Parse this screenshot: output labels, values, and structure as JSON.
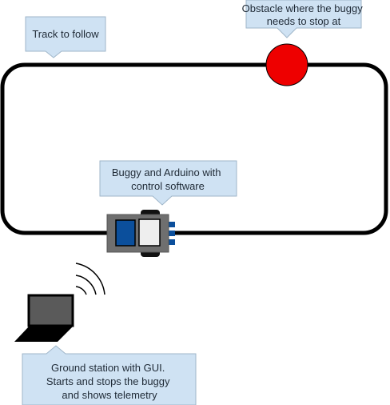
{
  "callouts": {
    "track": {
      "lines": [
        "Track to follow"
      ]
    },
    "obstacle": {
      "lines": [
        "Obstacle where the buggy",
        "needs to stop at"
      ]
    },
    "buggy": {
      "lines": [
        "Buggy and Arduino with",
        "control software"
      ]
    },
    "ground_station": {
      "lines": [
        "Ground station with GUI.",
        "Starts and stops the buggy",
        "and shows telemetry"
      ]
    }
  },
  "colors": {
    "track": "#000000",
    "obstacle": "#ee0000",
    "callout_fill": "#cfe2f3",
    "callout_stroke": "#9fb6c9",
    "buggy_body": "#6f6f6f",
    "buggy_arduino": "#0b4f9c",
    "buggy_board": "#eeeeee",
    "laptop_screen": "#5a5a5a"
  },
  "icons": [
    "buggy-icon",
    "laptop-icon",
    "wifi-signal-icon",
    "obstacle-icon"
  ]
}
